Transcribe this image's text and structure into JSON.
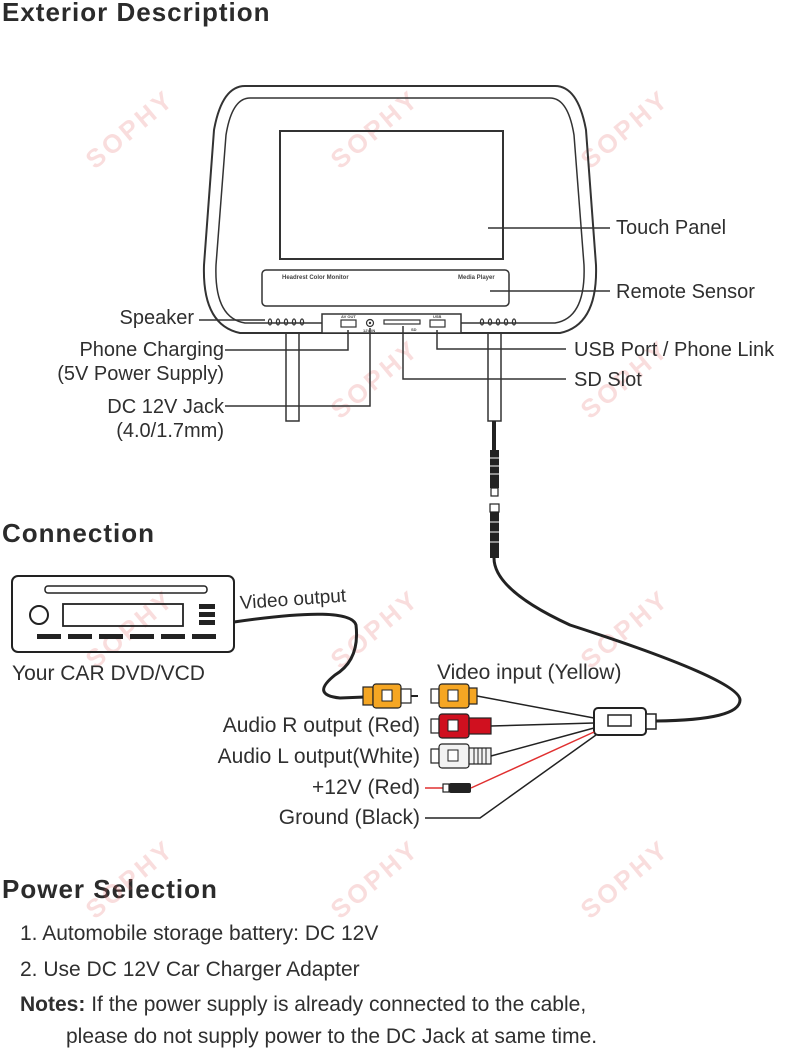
{
  "sections": {
    "exterior_title": "Exterior Description",
    "connection_title": "Connection",
    "power_title": "Power Selection"
  },
  "device": {
    "strip_left": "Headrest Color Monitor",
    "strip_right": "Media Player",
    "port_av_out": "AV OUT",
    "port_12v_in": "12V IN",
    "port_sd": "SD",
    "port_usb": "USB"
  },
  "exterior_labels": {
    "touch_panel": "Touch Panel",
    "remote_sensor": "Remote Sensor",
    "speaker": "Speaker",
    "phone_charging": "Phone Charging",
    "phone_charging_sub": "(5V Power Supply)",
    "usb_port": "USB Port / Phone Link",
    "sd_slot": "SD Slot",
    "dc_jack": "DC 12V Jack",
    "dc_jack_sub": "(4.0/1.7mm)"
  },
  "connection_labels": {
    "car_dvd": "Your CAR DVD/VCD",
    "video_output": "Video output",
    "video_input": "Video input (Yellow)",
    "audio_r": "Audio R output (Red)",
    "audio_l": "Audio L output(White)",
    "plus12v": "+12V (Red)",
    "ground": "Ground  (Black)"
  },
  "power": {
    "item1": "1. Automobile storage battery: DC 12V",
    "item2": "2. Use DC 12V Car Charger Adapter",
    "notes_label": "Notes:",
    "notes_line1": "If the power supply is already connected to the cable,",
    "notes_line2": "please do not supply power to the DC Jack at same time."
  },
  "watermark": "SOPHY",
  "colors": {
    "yellow_plug": "#f5a623",
    "red_plug": "#d0101f",
    "white_plug": "#f2f2f2",
    "red_wire": "#e03030",
    "watermark": "#e86a6a"
  }
}
